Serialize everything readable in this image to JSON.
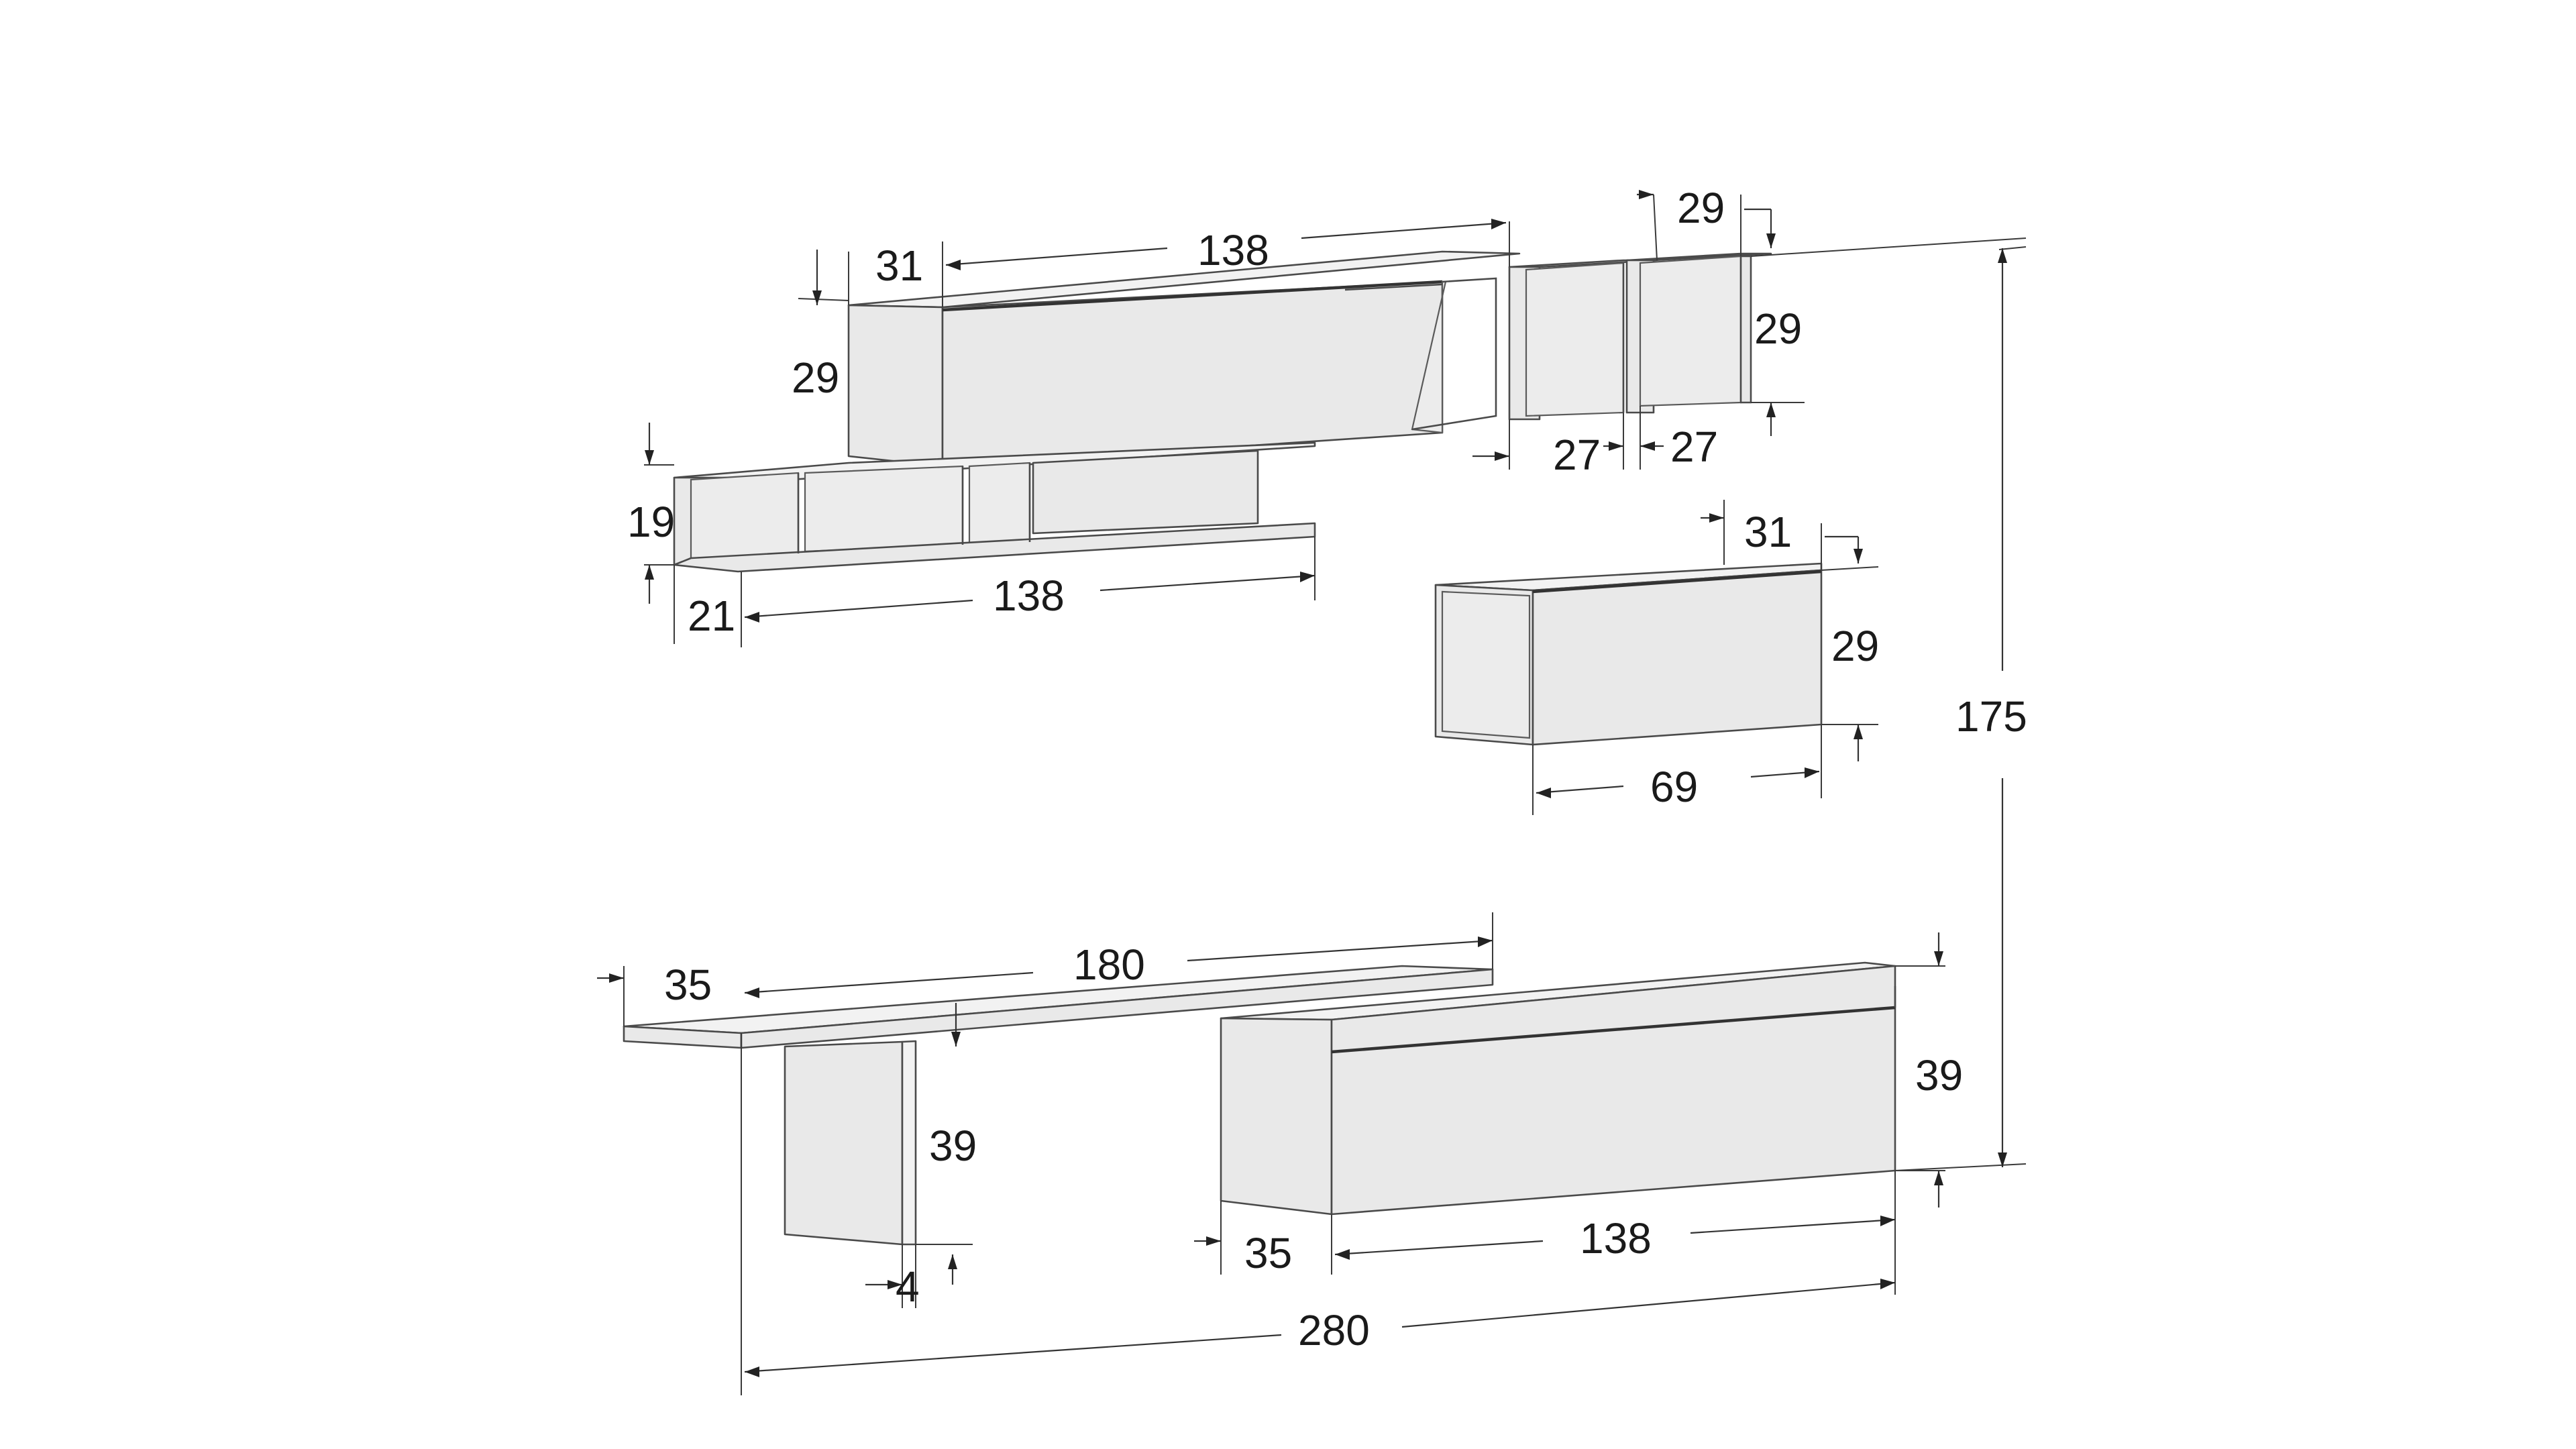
{
  "dimensions": {
    "top_depth": "31",
    "top_width": "138",
    "top_height": "29",
    "cube_depth": "29",
    "cube_height": "29",
    "cube_width_a": "27",
    "cube_width_b": "27",
    "shelf_height": "19",
    "shelf_depth": "21",
    "shelf_width": "138",
    "small_depth": "31",
    "small_height": "29",
    "small_width": "69",
    "total_height": "175",
    "desk_depth": "35",
    "desk_width": "180",
    "leg_height": "39",
    "leg_thickness": "4",
    "base_height": "39",
    "base_depth": "35",
    "base_width": "138",
    "total_width": "280"
  }
}
